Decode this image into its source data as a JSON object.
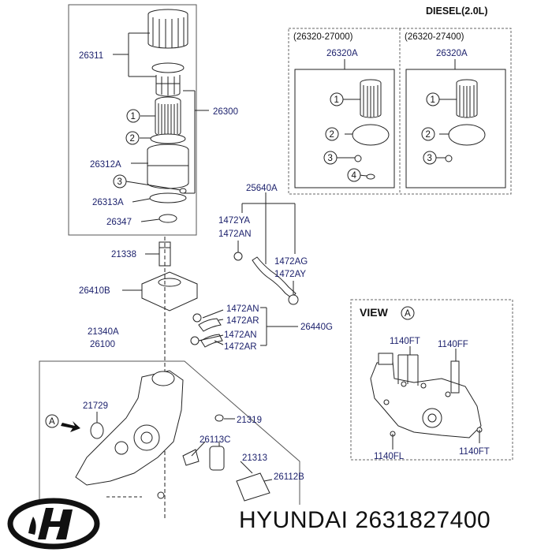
{
  "header": {
    "engine": "DIESEL(2.0L)"
  },
  "variants": [
    {
      "code": "(26320-27000)",
      "part": "26320A",
      "items": [
        "1",
        "2",
        "3",
        "4"
      ]
    },
    {
      "code": "(26320-27400)",
      "part": "26320A",
      "items": [
        "1",
        "2",
        "3"
      ]
    }
  ],
  "filter_group": {
    "parts": [
      "26311",
      "26300",
      "26312A",
      "26313A",
      "26347"
    ],
    "callouts": [
      "1",
      "2",
      "3"
    ]
  },
  "hoses": {
    "parts": [
      "25640A",
      "1472YA",
      "1472AN",
      "1472AG",
      "1472AY",
      "26440G"
    ],
    "lower": [
      "1472AN",
      "1472AR",
      "1472AN",
      "1472AR"
    ]
  },
  "housing": {
    "parts": [
      "21338",
      "26410B",
      "21340A",
      "26100"
    ]
  },
  "pump": {
    "parts": [
      "21729",
      "21319",
      "26113C",
      "21313",
      "26112B"
    ],
    "view_marker": "A"
  },
  "view_a": {
    "title": "VIEW",
    "marker": "A",
    "parts": [
      "1140FT",
      "1140FF",
      "1140FL",
      "1140FT"
    ]
  },
  "footer": {
    "brand": "HYUNDAI",
    "part_number": "2631827400"
  },
  "colors": {
    "label": "#1a1f6b",
    "line": "#222222",
    "box": "#555555"
  }
}
